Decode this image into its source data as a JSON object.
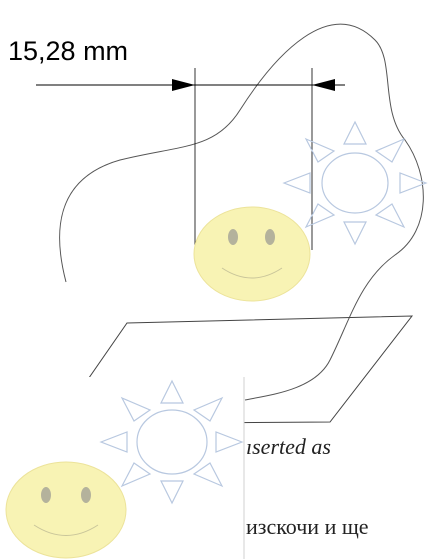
{
  "dimension_label": "15,28 mm",
  "document_lines": [
    "ıserted as",
    "изскочи и ще"
  ],
  "colors": {
    "smiley_fill": "#f8f3b4",
    "smiley_stroke": "#ece39a",
    "smiley_eye": "#b4b29c",
    "sun_stroke": "#b8c8e0",
    "curve_stroke": "#555555",
    "arrow_fill": "#000000"
  },
  "icons": [
    "smiley-shape",
    "sun-shape",
    "dimension-arrow-left",
    "dimension-arrow-right"
  ]
}
